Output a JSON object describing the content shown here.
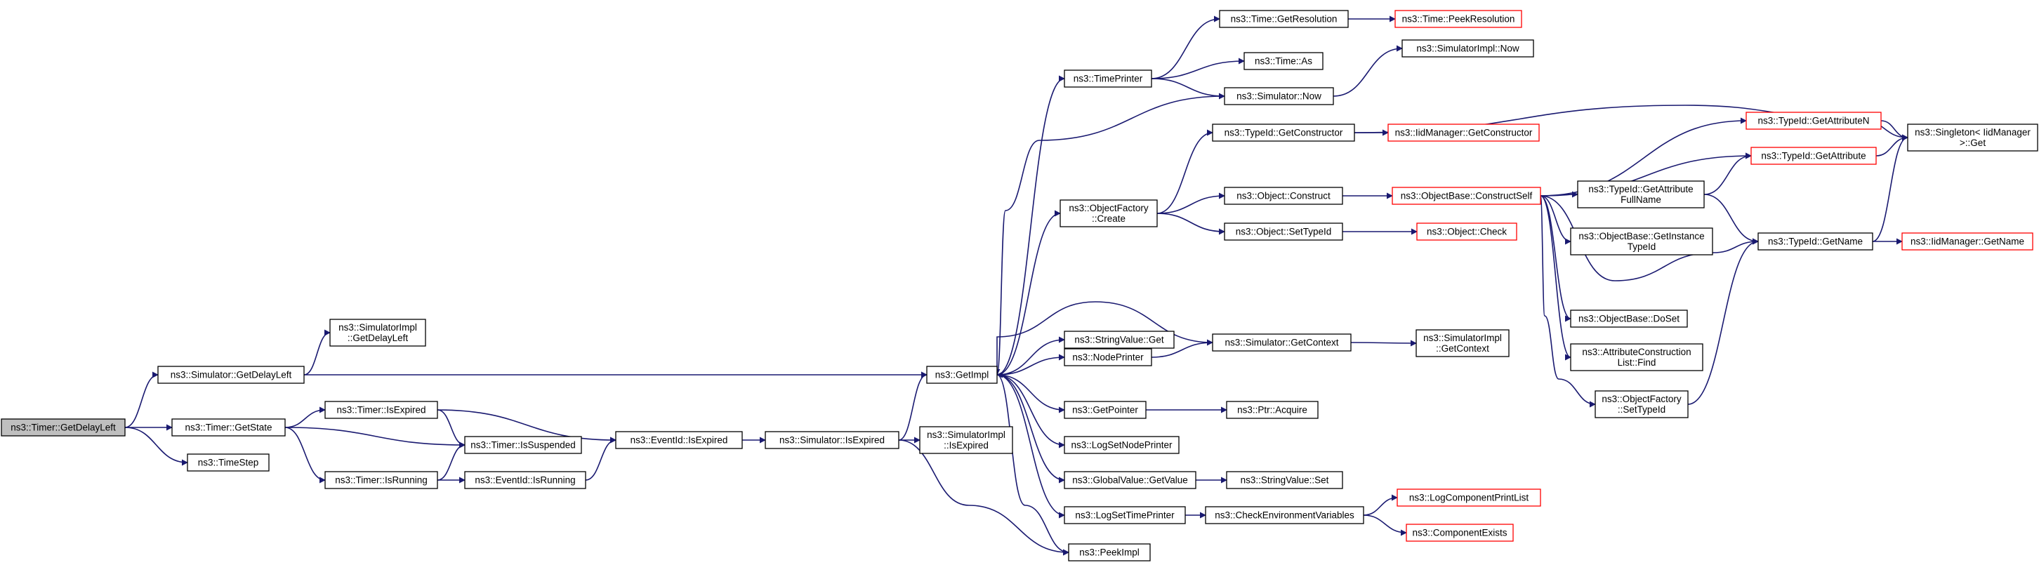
{
  "colors": {
    "edge": "#191970",
    "node_border": "#000000",
    "root_fill": "#bfbfbf",
    "node_fill": "#ffffff",
    "red_border": "#ff0000"
  },
  "nodes": [
    {
      "id": "n0",
      "lines": [
        "ns3::Timer::GetDelayLeft"
      ],
      "style": "root"
    },
    {
      "id": "n1",
      "lines": [
        "ns3::Simulator::GetDelayLeft"
      ],
      "style": "black"
    },
    {
      "id": "n2",
      "lines": [
        "ns3::SimulatorImpl",
        "::GetDelayLeft"
      ],
      "style": "black"
    },
    {
      "id": "n3",
      "lines": [
        "ns3::Timer::GetState"
      ],
      "style": "black"
    },
    {
      "id": "n4",
      "lines": [
        "ns3::TimeStep"
      ],
      "style": "black"
    },
    {
      "id": "n5",
      "lines": [
        "ns3::Timer::IsExpired"
      ],
      "style": "black"
    },
    {
      "id": "n6",
      "lines": [
        "ns3::Timer::IsSuspended"
      ],
      "style": "black"
    },
    {
      "id": "n7",
      "lines": [
        "ns3::Timer::IsRunning"
      ],
      "style": "black"
    },
    {
      "id": "n8",
      "lines": [
        "ns3::EventId::IsRunning"
      ],
      "style": "black"
    },
    {
      "id": "n9",
      "lines": [
        "ns3::EventId::IsExpired"
      ],
      "style": "black"
    },
    {
      "id": "n10",
      "lines": [
        "ns3::Simulator::IsExpired"
      ],
      "style": "black"
    },
    {
      "id": "n11",
      "lines": [
        "ns3::SimulatorImpl",
        "::IsExpired"
      ],
      "style": "black"
    },
    {
      "id": "n12",
      "lines": [
        "ns3::GetImpl"
      ],
      "style": "black"
    },
    {
      "id": "n13",
      "lines": [
        "ns3::TimePrinter"
      ],
      "style": "black"
    },
    {
      "id": "n14",
      "lines": [
        "ns3::ObjectFactory",
        "::Create"
      ],
      "style": "black"
    },
    {
      "id": "n15",
      "lines": [
        "ns3::StringValue::Get"
      ],
      "style": "black"
    },
    {
      "id": "n16",
      "lines": [
        "ns3::NodePrinter"
      ],
      "style": "black"
    },
    {
      "id": "n17",
      "lines": [
        "ns3::GetPointer"
      ],
      "style": "black"
    },
    {
      "id": "n18",
      "lines": [
        "ns3::LogSetNodePrinter"
      ],
      "style": "black"
    },
    {
      "id": "n19",
      "lines": [
        "ns3::GlobalValue::GetValue"
      ],
      "style": "black"
    },
    {
      "id": "n20",
      "lines": [
        "ns3::LogSetTimePrinter"
      ],
      "style": "black"
    },
    {
      "id": "n21",
      "lines": [
        "ns3::PeekImpl"
      ],
      "style": "black"
    },
    {
      "id": "n22",
      "lines": [
        "ns3::Time::GetResolution"
      ],
      "style": "black"
    },
    {
      "id": "n23",
      "lines": [
        "ns3::Time::As"
      ],
      "style": "black"
    },
    {
      "id": "n24",
      "lines": [
        "ns3::Simulator::Now"
      ],
      "style": "black"
    },
    {
      "id": "n25",
      "lines": [
        "ns3::TypeId::GetConstructor"
      ],
      "style": "black"
    },
    {
      "id": "n26",
      "lines": [
        "ns3::Object::Construct"
      ],
      "style": "black"
    },
    {
      "id": "n27",
      "lines": [
        "ns3::Object::SetTypeId"
      ],
      "style": "black"
    },
    {
      "id": "n28",
      "lines": [
        "ns3::Simulator::GetContext"
      ],
      "style": "black"
    },
    {
      "id": "n29",
      "lines": [
        "ns3::Ptr::Acquire"
      ],
      "style": "black"
    },
    {
      "id": "n30",
      "lines": [
        "ns3::StringValue::Set"
      ],
      "style": "black"
    },
    {
      "id": "n31",
      "lines": [
        "ns3::CheckEnvironmentVariables"
      ],
      "style": "black"
    },
    {
      "id": "n32",
      "lines": [
        "ns3::Time::PeekResolution"
      ],
      "style": "red"
    },
    {
      "id": "n33",
      "lines": [
        "ns3::SimulatorImpl::Now"
      ],
      "style": "black"
    },
    {
      "id": "n34",
      "lines": [
        "ns3::IidManager::GetConstructor"
      ],
      "style": "red"
    },
    {
      "id": "n35",
      "lines": [
        "ns3::ObjectBase::ConstructSelf"
      ],
      "style": "red"
    },
    {
      "id": "n36",
      "lines": [
        "ns3::Object::Check"
      ],
      "style": "red"
    },
    {
      "id": "n37",
      "lines": [
        "ns3::SimulatorImpl",
        "::GetContext"
      ],
      "style": "black"
    },
    {
      "id": "n38",
      "lines": [
        "ns3::LogComponentPrintList"
      ],
      "style": "red"
    },
    {
      "id": "n39",
      "lines": [
        "ns3::ComponentExists"
      ],
      "style": "red"
    },
    {
      "id": "n40",
      "lines": [
        "ns3::TypeId::GetAttributeN"
      ],
      "style": "red"
    },
    {
      "id": "n41",
      "lines": [
        "ns3::TypeId::GetAttribute"
      ],
      "style": "red"
    },
    {
      "id": "n42",
      "lines": [
        "ns3::TypeId::GetAttribute",
        "FullName"
      ],
      "style": "black"
    },
    {
      "id": "n43",
      "lines": [
        "ns3::ObjectBase::GetInstance",
        "TypeId"
      ],
      "style": "black"
    },
    {
      "id": "n44",
      "lines": [
        "ns3::ObjectBase::DoSet"
      ],
      "style": "black"
    },
    {
      "id": "n45",
      "lines": [
        "ns3::AttributeConstruction",
        "List::Find"
      ],
      "style": "black"
    },
    {
      "id": "n46",
      "lines": [
        "ns3::ObjectFactory",
        "::SetTypeId"
      ],
      "style": "black"
    },
    {
      "id": "n47",
      "lines": [
        "ns3::TypeId::GetName"
      ],
      "style": "black"
    },
    {
      "id": "n48",
      "lines": [
        "ns3::Singleton< IidManager",
        " >::Get"
      ],
      "style": "black"
    },
    {
      "id": "n49",
      "lines": [
        "ns3::IidManager::GetName"
      ],
      "style": "red"
    }
  ],
  "edges": [
    [
      "n0",
      "n1"
    ],
    [
      "n0",
      "n3"
    ],
    [
      "n0",
      "n4"
    ],
    [
      "n1",
      "n2"
    ],
    [
      "n1",
      "n12"
    ],
    [
      "n3",
      "n5"
    ],
    [
      "n3",
      "n6"
    ],
    [
      "n3",
      "n7"
    ],
    [
      "n5",
      "n6"
    ],
    [
      "n5",
      "n9"
    ],
    [
      "n7",
      "n6"
    ],
    [
      "n7",
      "n8"
    ],
    [
      "n8",
      "n9"
    ],
    [
      "n9",
      "n10"
    ],
    [
      "n10",
      "n11"
    ],
    [
      "n10",
      "n12"
    ],
    [
      "n10",
      "n21"
    ],
    [
      "n12",
      "n13"
    ],
    [
      "n12",
      "n14"
    ],
    [
      "n12",
      "n15"
    ],
    [
      "n12",
      "n16"
    ],
    [
      "n12",
      "n17"
    ],
    [
      "n12",
      "n18"
    ],
    [
      "n12",
      "n19"
    ],
    [
      "n12",
      "n20"
    ],
    [
      "n12",
      "n21"
    ],
    [
      "n13",
      "n22"
    ],
    [
      "n13",
      "n23"
    ],
    [
      "n13",
      "n24"
    ],
    [
      "n22",
      "n32"
    ],
    [
      "n24",
      "n33"
    ],
    [
      "n24",
      "n12"
    ],
    [
      "n14",
      "n25"
    ],
    [
      "n14",
      "n26"
    ],
    [
      "n14",
      "n27"
    ],
    [
      "n25",
      "n34"
    ],
    [
      "n25",
      "n48"
    ],
    [
      "n26",
      "n35"
    ],
    [
      "n27",
      "n36"
    ],
    [
      "n35",
      "n40"
    ],
    [
      "n35",
      "n41"
    ],
    [
      "n35",
      "n42"
    ],
    [
      "n35",
      "n43"
    ],
    [
      "n35",
      "n44"
    ],
    [
      "n35",
      "n45"
    ],
    [
      "n35",
      "n46"
    ],
    [
      "n35",
      "n47"
    ],
    [
      "n16",
      "n28"
    ],
    [
      "n28",
      "n37"
    ],
    [
      "n28",
      "n12"
    ],
    [
      "n17",
      "n29"
    ],
    [
      "n19",
      "n30"
    ],
    [
      "n20",
      "n31"
    ],
    [
      "n31",
      "n38"
    ],
    [
      "n31",
      "n39"
    ],
    [
      "n40",
      "n48"
    ],
    [
      "n41",
      "n48"
    ],
    [
      "n42",
      "n41"
    ],
    [
      "n42",
      "n47"
    ],
    [
      "n46",
      "n47"
    ],
    [
      "n47",
      "n48"
    ],
    [
      "n47",
      "n49"
    ]
  ]
}
